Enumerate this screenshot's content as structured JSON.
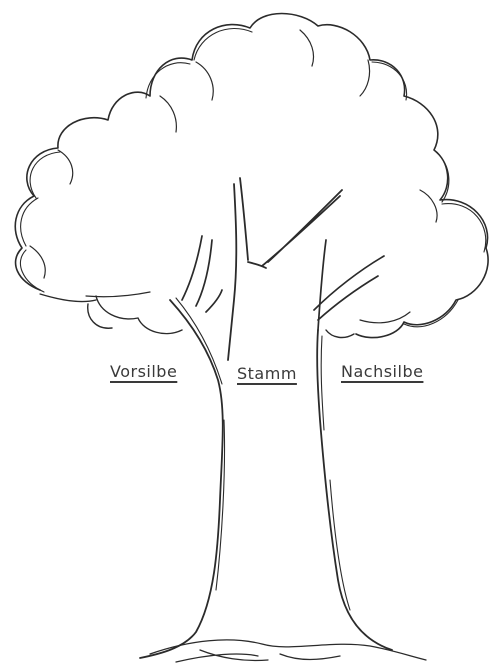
{
  "labels": {
    "prefix": "Vorsilbe",
    "stem": "Stamm",
    "suffix": "Nachsilbe"
  },
  "colors": {
    "stroke": "#2b2b2b",
    "label": "#3a3a3a",
    "background": "#ffffff"
  }
}
